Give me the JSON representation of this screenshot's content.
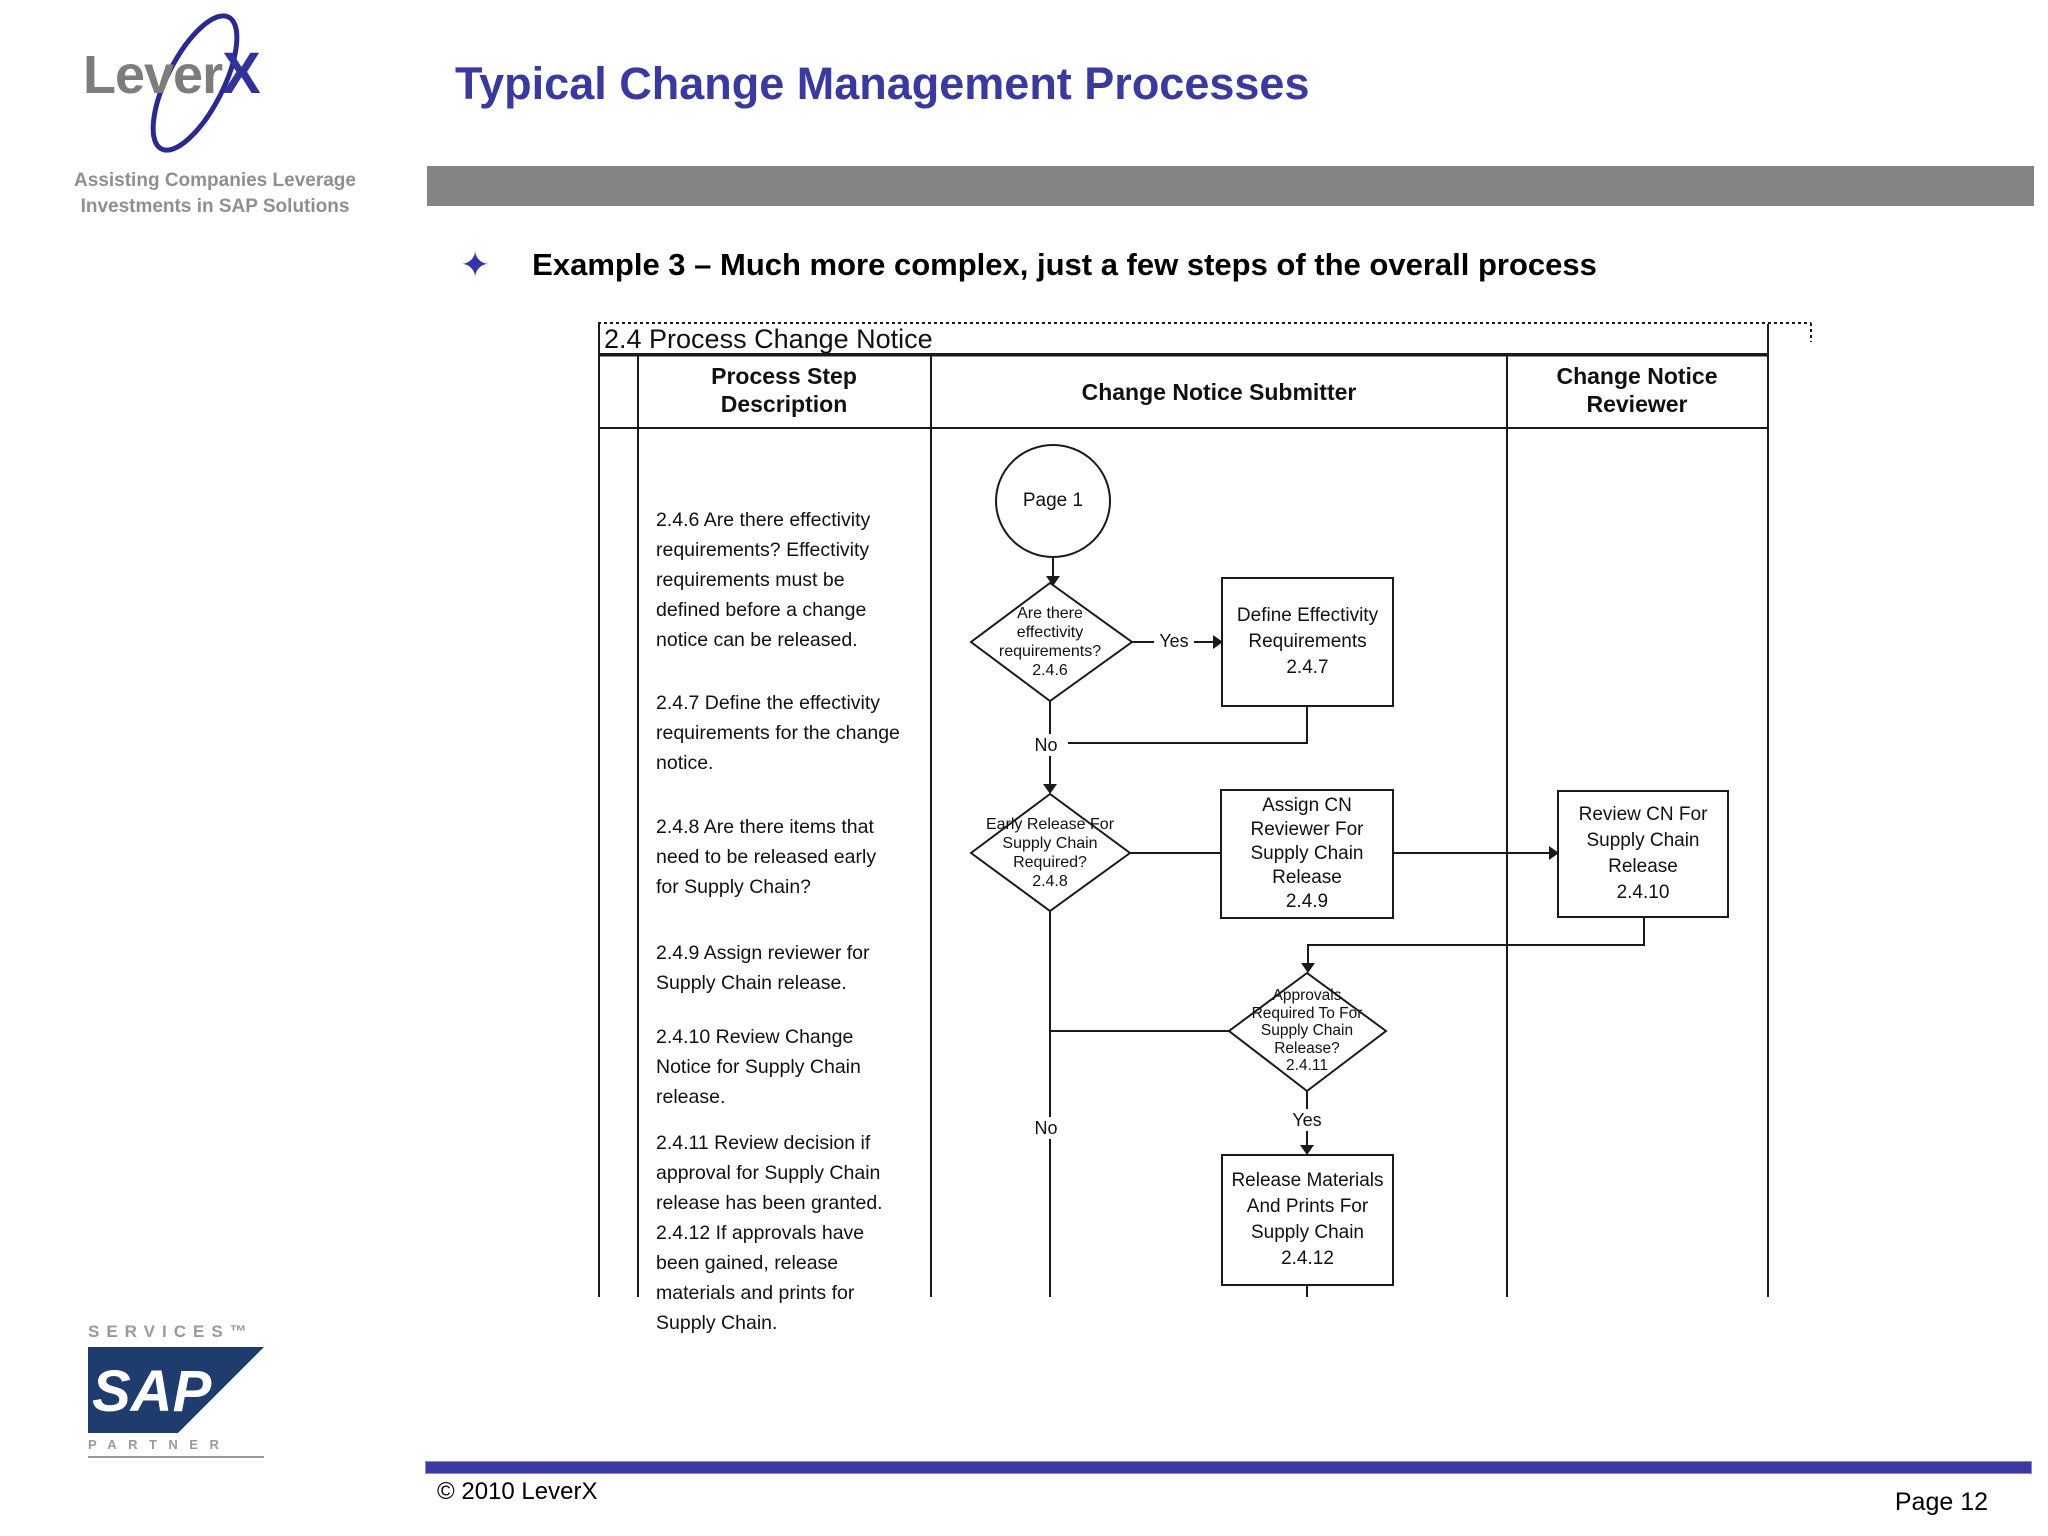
{
  "slide": {
    "title": "Typical Change Management Processes",
    "bullet_marker": "✦",
    "bullet": "Example 3 – Much more complex, just a few steps of the overall process",
    "footer_copyright": "© 2010 LeverX",
    "footer_page": "Page 12"
  },
  "logo": {
    "name_gray": "Lever",
    "name_blue": "X",
    "tagline": "Assisting Companies Leverage\nInvestments in SAP Solutions"
  },
  "sap_logo": {
    "services": "SERVICES™",
    "sap": "SAP",
    "partner": "PARTNER"
  },
  "chart": {
    "title": "2.4 Process Change Notice",
    "lanes": [
      {
        "label": "Process Step\nDescription"
      },
      {
        "label": "Change Notice Submitter"
      },
      {
        "label": "Change Notice\nReviewer"
      }
    ],
    "steps": [
      "2.4.6 Are there effectivity\nrequirements? Effectivity\nrequirements must be\ndefined before a change\nnotice can be released.",
      "2.4.7 Define the effectivity\nrequirements for the change\nnotice.",
      "2.4.8 Are there items that\nneed to be released early\nfor Supply Chain?",
      "2.4.9 Assign reviewer for\nSupply Chain release.",
      "2.4.10 Review Change\nNotice for Supply Chain\nrelease.",
      "2.4.11 Review decision if\napproval for Supply Chain\nrelease has been granted.",
      "2.4.12 If approvals have\nbeen gained, release\nmaterials and prints for\nSupply Chain."
    ],
    "nodes": {
      "page1": "Page 1",
      "d246": "Are there\neffectivity\nrequirements?\n2.4.6",
      "b247": "Define Effectivity\nRequirements\n2.4.7",
      "d248": "Early Release For\nSupply Chain\nRequired?\n2.4.8",
      "b249": "Assign CN\nReviewer For\nSupply Chain\nRelease\n2.4.9",
      "b2410": "Review CN For\nSupply Chain\nRelease\n2.4.10",
      "d2411": "Approvals\nRequired To For\nSupply Chain\nRelease?\n2.4.11",
      "b2412": "Release Materials\nAnd Prints For\nSupply Chain\n2.4.12"
    },
    "edges": {
      "yes1": "Yes",
      "no1": "No",
      "no2": "No",
      "yes2": "Yes"
    }
  },
  "colors": {
    "title_blue": "#3a3a9e",
    "gray_bar": "#848484",
    "footer_bar": "#3a3aa0",
    "sap_navy": "#1f3c6f",
    "line_black": "#1a1a1a"
  }
}
